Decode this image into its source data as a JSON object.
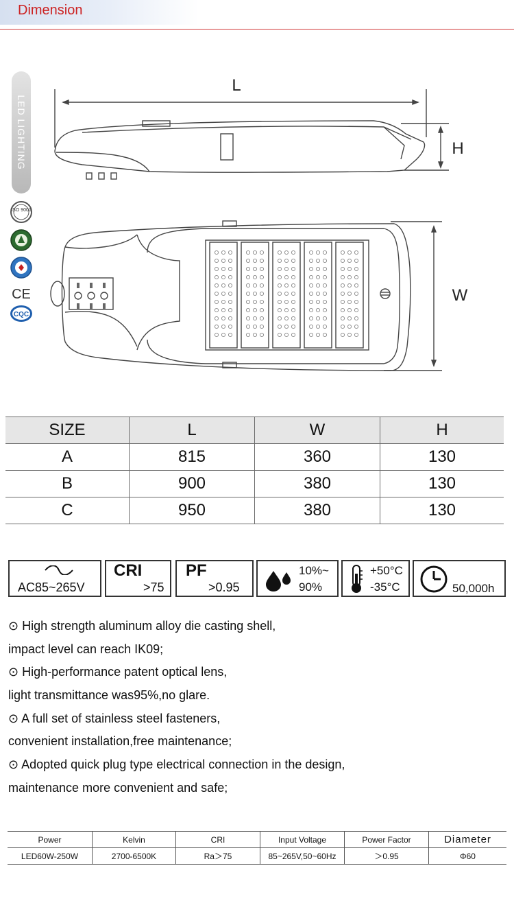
{
  "header": {
    "title": "Dimension"
  },
  "side_label": "LED LIGHTING",
  "certifications": [
    {
      "icon": "iso-9001-icon",
      "label": "ISO 9001"
    },
    {
      "icon": "green-seal-icon"
    },
    {
      "icon": "quality-cert-icon"
    },
    {
      "icon": "ce-mark-icon",
      "label": "CE"
    },
    {
      "icon": "cqc-icon",
      "label": "CQC"
    }
  ],
  "drawing_labels": {
    "length": "L",
    "height": "H",
    "width": "W"
  },
  "size_table": {
    "headers": [
      "SIZE",
      "L",
      "W",
      "H"
    ],
    "rows": [
      [
        "A",
        "815",
        "360",
        "130"
      ],
      [
        "B",
        "900",
        "380",
        "130"
      ],
      [
        "C",
        "950",
        "380",
        "130"
      ]
    ]
  },
  "spec_icons": {
    "voltage": {
      "icon": "ac-wave-icon",
      "text": "AC85~265V"
    },
    "cri": {
      "title": "CRI",
      "value": ">75"
    },
    "pf": {
      "title": "PF",
      "value": ">0.95"
    },
    "humidity": {
      "icon": "water-drops-icon",
      "top": "10%~",
      "bottom": "90%"
    },
    "temperature": {
      "icon": "thermometer-icon",
      "top": "+50°C",
      "bottom": "-35°C"
    },
    "lifetime": {
      "icon": "clock-icon",
      "text": "50,000h"
    }
  },
  "features": [
    "⊙ High strength aluminum alloy die casting shell,",
    "impact level can reach IK09;",
    "⊙ High-performance patent optical lens,",
    "light transmittance was95%,no glare.",
    "⊙ A full set of stainless steel fasteners,",
    "convenient installation,free maintenance;",
    "⊙ Adopted quick plug type electrical connection in the design,",
    "maintenance more convenient and safe;"
  ],
  "spec_table": {
    "headers": [
      "Power",
      "Kelvin",
      "CRI",
      "Input Voltage",
      "Power Factor",
      "Diameter"
    ],
    "row": [
      "LED60W-250W",
      "2700-6500K",
      "Ra＞75",
      "85~265V,50~60Hz",
      "＞0.95",
      "Φ60"
    ]
  }
}
